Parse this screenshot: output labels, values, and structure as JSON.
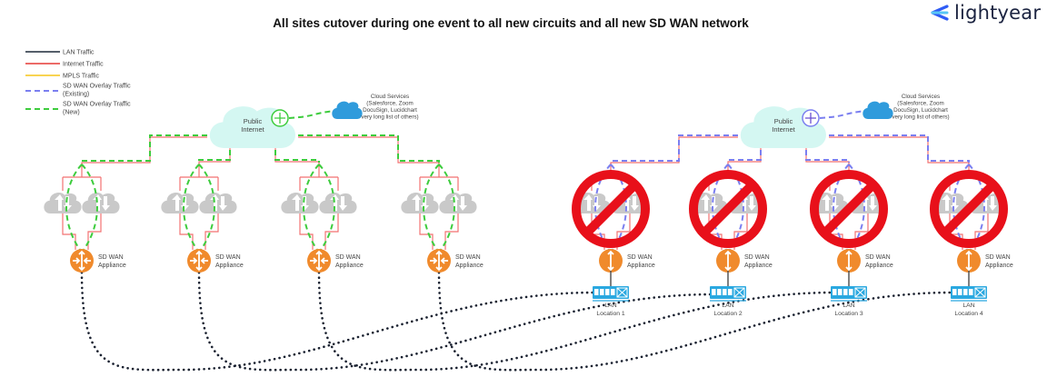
{
  "title": "All sites cutover during one event to all new circuits and all new SD WAN network",
  "logo": {
    "text": "lightyear",
    "icon": "lightyear-chevron-icon",
    "color": "#2f5cf5"
  },
  "legend": [
    {
      "label": "LAN Traffic",
      "style": "solid",
      "color": "#1e2a3a"
    },
    {
      "label": "Internet Traffic",
      "style": "solid",
      "color": "#e53935"
    },
    {
      "label": "MPLS Traffic",
      "style": "solid",
      "color": "#f5c518"
    },
    {
      "label": "SD WAN Overlay Traffic",
      "label2": "(Existing)",
      "style": "dashed",
      "color": "#7b7ff0"
    },
    {
      "label": "SD WAN Overlay Traffic",
      "label2": "(New)",
      "style": "dashed",
      "color": "#3dcc3d"
    }
  ],
  "new_network": {
    "internet_label": [
      "Public",
      "Internet"
    ],
    "cloud_services": [
      "Cloud Services",
      "(Salesforce, Zoom",
      "DocuSign, Lucidchart",
      "very long list of others)"
    ],
    "overlay_color": "#3dcc3d",
    "appliance_label": [
      "SD WAN",
      "Appliance"
    ],
    "sites": 4
  },
  "old_network": {
    "internet_label": [
      "Public",
      "Internet"
    ],
    "cloud_services": [
      "Cloud Services",
      "(Salesforce, Zoom",
      "DocuSign, Lucidchart",
      "very long list of others)"
    ],
    "overlay_color": "#7b7ff0",
    "appliance_label": [
      "SD WAN",
      "Appliance"
    ],
    "status": "decommissioned",
    "locations": [
      {
        "lan": "LAN",
        "name": "Location 1"
      },
      {
        "lan": "LAN",
        "name": "Location 2"
      },
      {
        "lan": "LAN",
        "name": "Location 3"
      },
      {
        "lan": "LAN",
        "name": "Location 4"
      }
    ]
  },
  "colors": {
    "internet": "#f27272",
    "lan_dotted": "#1a2130",
    "cloud_public": "#d4f7f2",
    "cloud_isp": "#c9c9c9",
    "cloud_services": "#2f9bdc",
    "appliance": "#f08a2c",
    "prohibit": "#e8101a",
    "switch": "#2aa8e0"
  }
}
